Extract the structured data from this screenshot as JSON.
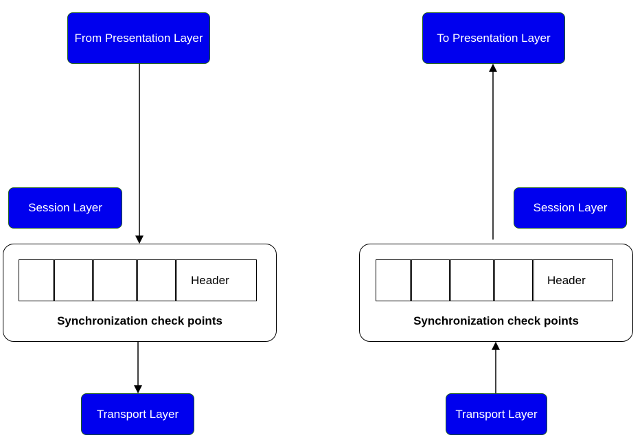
{
  "sender": {
    "from_presentation": "From Presentation Layer",
    "session_layer": "Session Layer",
    "header": "Header",
    "sync_label": "Synchronization check points",
    "transport_layer": "Transport Layer"
  },
  "receiver": {
    "to_presentation": "To Presentation Layer",
    "session_layer": "Session Layer",
    "header": "Header",
    "sync_label": "Synchronization check points",
    "transport_layer": "Transport Layer"
  },
  "colors": {
    "box_fill": "#0000ee",
    "box_border": "#1f5c1f"
  }
}
